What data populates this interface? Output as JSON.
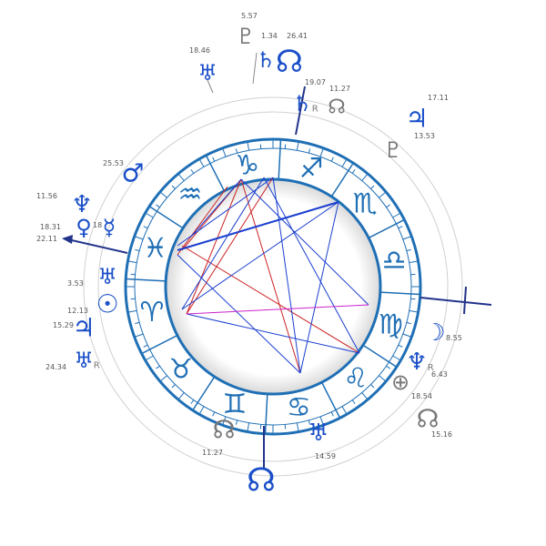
{
  "chart": {
    "signs": [
      {
        "key": "aries",
        "glyph": "♈︎"
      },
      {
        "key": "taurus",
        "glyph": "♉︎"
      },
      {
        "key": "gemini",
        "glyph": "♊︎"
      },
      {
        "key": "cancer",
        "glyph": "♋︎"
      },
      {
        "key": "leo",
        "glyph": "♌︎"
      },
      {
        "key": "virgo",
        "glyph": "♍︎"
      },
      {
        "key": "libra",
        "glyph": "♎︎"
      },
      {
        "key": "scorpio",
        "glyph": "♏︎"
      },
      {
        "key": "sagittarius",
        "glyph": "♐︎"
      },
      {
        "key": "capricorn",
        "glyph": "♑︎"
      },
      {
        "key": "aquarius",
        "glyph": "♒︎"
      },
      {
        "key": "pisces",
        "glyph": "♓︎"
      }
    ],
    "planets": [
      {
        "key": "pluto-top",
        "glyph": "♇",
        "degree": "5.57",
        "tone": "grey"
      },
      {
        "key": "uranus-upper",
        "glyph": "♅",
        "degree": "18.46",
        "tone": "blue"
      },
      {
        "key": "saturn-top",
        "glyph": "♄",
        "degree": "1.34",
        "tone": "blue"
      },
      {
        "key": "node-top",
        "glyph": "☊",
        "degree": "26.41",
        "tone": "blue"
      },
      {
        "key": "saturn-retro",
        "glyph": "♄",
        "degree": "19.07",
        "tone": "blue",
        "retro": "R"
      },
      {
        "key": "node-grey-upper",
        "glyph": "☊",
        "degree": "11.27",
        "tone": "grey"
      },
      {
        "key": "jupiter-right",
        "glyph": "♃",
        "degree": "17.11",
        "tone": "blue"
      },
      {
        "key": "pluto-right",
        "glyph": "♇",
        "degree": "13.53",
        "tone": "grey"
      },
      {
        "key": "mars",
        "glyph": "♂",
        "degree": "25.53",
        "tone": "blue"
      },
      {
        "key": "neptune-left",
        "glyph": "♆",
        "degree": "11.56",
        "tone": "blue"
      },
      {
        "key": "venus",
        "glyph": "♀",
        "degree": "18.31",
        "tone": "blue"
      },
      {
        "key": "mercury",
        "glyph": "☿",
        "degree": "18",
        "tone": "blue"
      },
      {
        "key": "asc-degree",
        "glyph": "",
        "degree": "22.11",
        "tone": "grey"
      },
      {
        "key": "uranus-left",
        "glyph": "♅",
        "degree": "3.53",
        "tone": "blue"
      },
      {
        "key": "sun",
        "glyph": "☉",
        "degree": "12.13",
        "tone": "blue"
      },
      {
        "key": "jupiter-left",
        "glyph": "♃",
        "degree": "15.29",
        "tone": "blue"
      },
      {
        "key": "uranus-retro",
        "glyph": "♅",
        "degree": "24.34",
        "tone": "blue",
        "retro": "R"
      },
      {
        "key": "moon",
        "glyph": "☽",
        "degree": "8.55",
        "tone": "blue"
      },
      {
        "key": "neptune-retro",
        "glyph": "♆",
        "degree": "6.43",
        "tone": "blue",
        "retro": "R"
      },
      {
        "key": "part-fortune",
        "glyph": "⊕",
        "degree": "18.54",
        "tone": "grey"
      },
      {
        "key": "node-grey-right",
        "glyph": "☊",
        "degree": "15.16",
        "tone": "grey"
      },
      {
        "key": "node-grey-bottom",
        "glyph": "☊",
        "degree": "11.27",
        "tone": "grey"
      },
      {
        "key": "uranus-bottom",
        "glyph": "♅",
        "degree": "14.59",
        "tone": "blue"
      },
      {
        "key": "node-bottom",
        "glyph": "☊",
        "degree": "",
        "tone": "blue"
      }
    ]
  }
}
